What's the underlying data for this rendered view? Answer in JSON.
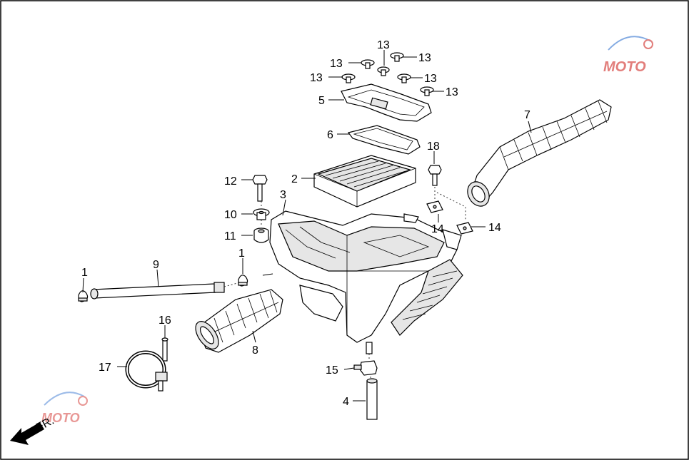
{
  "callouts": [
    {
      "id": "c1a",
      "label": "1"
    },
    {
      "id": "c1b",
      "label": "1"
    },
    {
      "id": "c2",
      "label": "2"
    },
    {
      "id": "c3",
      "label": "3"
    },
    {
      "id": "c4",
      "label": "4"
    },
    {
      "id": "c5",
      "label": "5"
    },
    {
      "id": "c6",
      "label": "6"
    },
    {
      "id": "c7",
      "label": "7"
    },
    {
      "id": "c8",
      "label": "8"
    },
    {
      "id": "c9",
      "label": "9"
    },
    {
      "id": "c10",
      "label": "10"
    },
    {
      "id": "c11",
      "label": "11"
    },
    {
      "id": "c12",
      "label": "12"
    },
    {
      "id": "c13a",
      "label": "13"
    },
    {
      "id": "c13b",
      "label": "13"
    },
    {
      "id": "c13c",
      "label": "13"
    },
    {
      "id": "c13d",
      "label": "13"
    },
    {
      "id": "c13e",
      "label": "13"
    },
    {
      "id": "c13f",
      "label": "13"
    },
    {
      "id": "c14a",
      "label": "14"
    },
    {
      "id": "c14b",
      "label": "14"
    },
    {
      "id": "c15",
      "label": "15"
    },
    {
      "id": "c16",
      "label": "16"
    },
    {
      "id": "c17",
      "label": "17"
    },
    {
      "id": "c18",
      "label": "18"
    }
  ],
  "front_indicator": {
    "label": "FR."
  },
  "watermark": {
    "text": "MOTO"
  },
  "colors": {
    "line": "#000000",
    "background": "#ffffff",
    "watermark_red": "#d9534f",
    "watermark_blue": "#5b8fd9"
  }
}
